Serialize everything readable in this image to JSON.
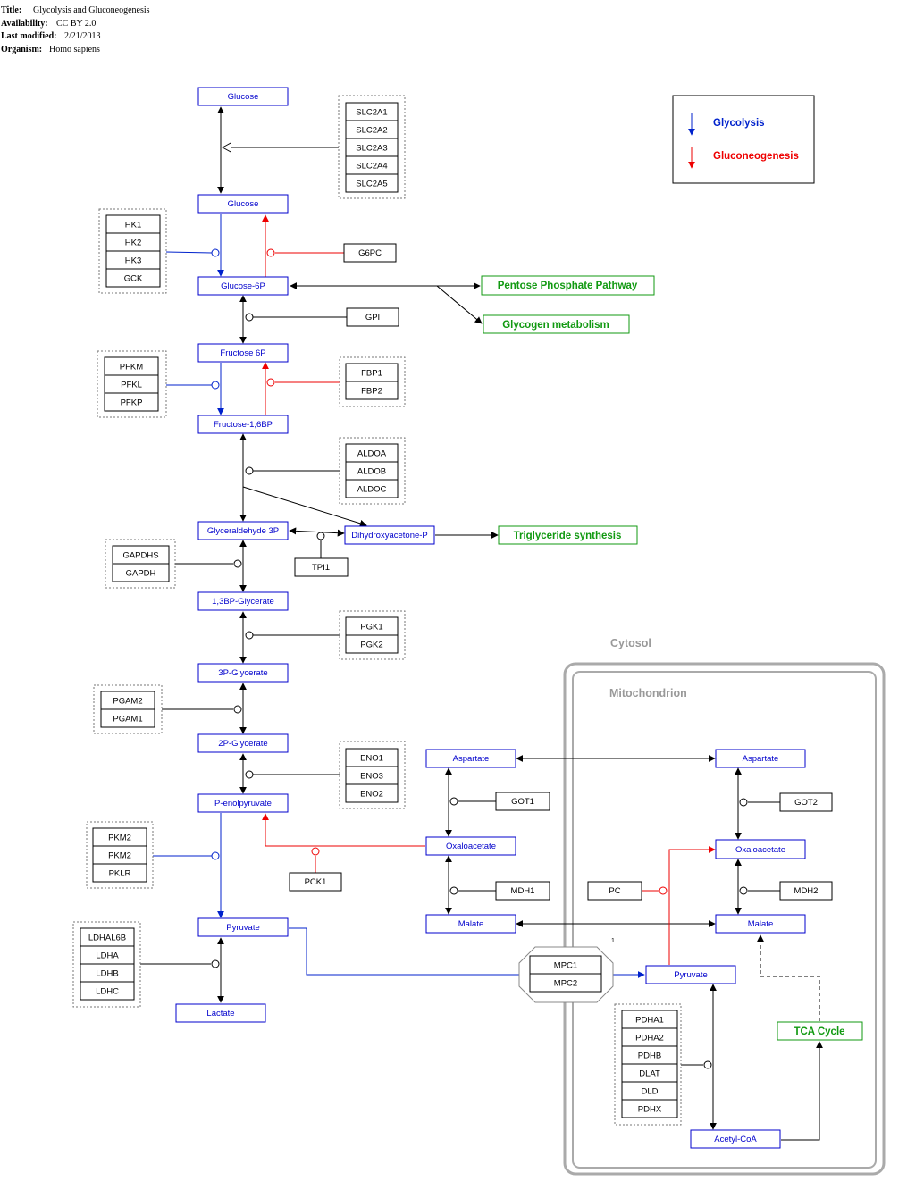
{
  "meta": {
    "title_key": "Title:",
    "title": "Glycolysis and Gluconeogenesis",
    "availability_key": "Availability:",
    "availability": "CC BY 2.0",
    "modified_key": "Last modified:",
    "modified": "2/21/2013",
    "organism_key": "Organism:",
    "organism": "Homo sapiens"
  },
  "legend": {
    "glycolysis": "Glycolysis",
    "gluconeogenesis": "Gluconeogenesis"
  },
  "compartments": {
    "cytosol": "Cytosol",
    "mitochondrion": "Mitochondrion"
  },
  "metabolites": {
    "glucose_ext": "Glucose",
    "glucose": "Glucose",
    "glucose6p": "Glucose-6P",
    "fructose6p": "Fructose 6P",
    "fructose16bp": "Fructose-1,6BP",
    "g3p": "Glyceraldehyde 3P",
    "dhap": "Dihydroxyacetone-P",
    "bpg13": "1,3BP-Glycerate",
    "pg3": "3P-Glycerate",
    "pg2": "2P-Glycerate",
    "pep": "P-enolpyruvate",
    "pyruvate": "Pyruvate",
    "lactate": "Lactate",
    "aspartate_c": "Aspartate",
    "oaa_c": "Oxaloacetate",
    "malate_c": "Malate",
    "aspartate_m": "Aspartate",
    "oaa_m": "Oxaloacetate",
    "malate_m": "Malate",
    "pyruvate_m": "Pyruvate",
    "acetylcoa": "Acetyl-CoA"
  },
  "genes": {
    "slc": [
      "SLC2A1",
      "SLC2A2",
      "SLC2A3",
      "SLC2A4",
      "SLC2A5"
    ],
    "hk": [
      "HK1",
      "HK2",
      "HK3",
      "GCK"
    ],
    "g6pc": "G6PC",
    "gpi": "GPI",
    "pfk": [
      "PFKM",
      "PFKL",
      "PFKP"
    ],
    "fbp": [
      "FBP1",
      "FBP2"
    ],
    "aldo": [
      "ALDOA",
      "ALDOB",
      "ALDOC"
    ],
    "tpi": "TPI1",
    "gapdh": [
      "GAPDHS",
      "GAPDH"
    ],
    "pgk": [
      "PGK1",
      "PGK2"
    ],
    "pgam": [
      "PGAM2",
      "PGAM1"
    ],
    "eno": [
      "ENO1",
      "ENO3",
      "ENO2"
    ],
    "pkm": [
      "PKM2",
      "PKM2",
      "PKLR"
    ],
    "pck": "PCK1",
    "ldh": [
      "LDHAL6B",
      "LDHA",
      "LDHB",
      "LDHC"
    ],
    "got1": "GOT1",
    "mdh1": "MDH1",
    "got2": "GOT2",
    "mdh2": "MDH2",
    "pc": "PC",
    "mpc": [
      "MPC1",
      "MPC2"
    ],
    "pdh": [
      "PDHA1",
      "PDHA2",
      "PDHB",
      "DLAT",
      "DLD",
      "PDHX"
    ]
  },
  "pathways": {
    "ppp": "Pentose Phosphate Pathway",
    "glycogen": "Glycogen metabolism",
    "triglyceride": "Triglyceride synthesis",
    "tca": "TCA Cycle"
  },
  "stray_label": "1",
  "colors": {
    "glycolysis": "#0022cc",
    "gluconeogenesis": "#ee0000",
    "pathway": "#119911",
    "compartment": "#aaaaaa"
  }
}
